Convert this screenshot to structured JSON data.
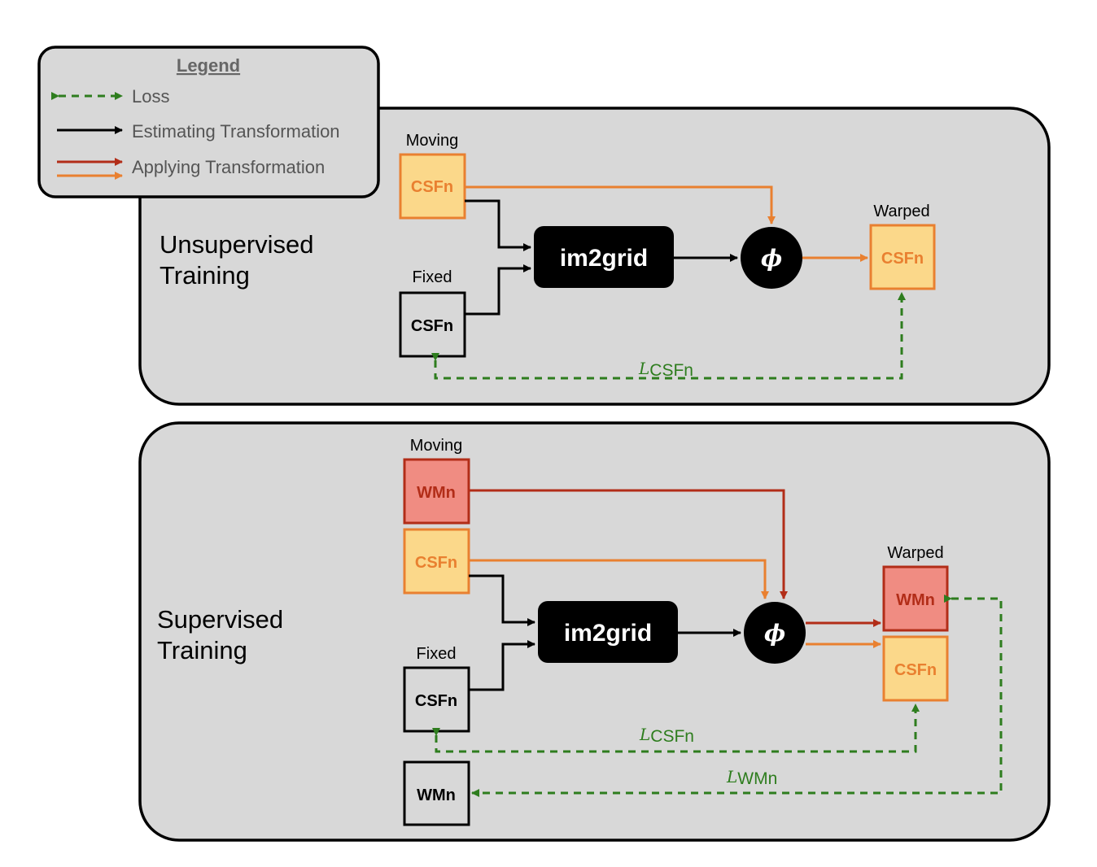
{
  "legend": {
    "title": "Legend",
    "loss_label": "Loss",
    "estimating_label": "Estimating Transformation",
    "applying_label": "Applying Transformation"
  },
  "colors": {
    "loss": "#2e7d1e",
    "estimating": "#000000",
    "applying_wm": "#b22d18",
    "applying_csf": "#e98030",
    "csf_fill": "#fbd88a",
    "wm_fill": "#f08c82",
    "panel_fill": "#d8d8d8"
  },
  "unsupervised": {
    "title_line1": "Unsupervised",
    "title_line2": "Training",
    "moving_label": "Moving",
    "fixed_label": "Fixed",
    "warped_label": "Warped",
    "moving_csf": "CSFn",
    "fixed_csf": "CSFn",
    "warped_csf": "CSFn",
    "network": "im2grid",
    "transform": "ϕ",
    "loss_symbol": "L",
    "loss_subscript": "CSFn"
  },
  "supervised": {
    "title_line1": "Supervised",
    "title_line2": "Training",
    "moving_label": "Moving",
    "fixed_label": "Fixed",
    "warped_label": "Warped",
    "moving_wm": "WMn",
    "moving_csf": "CSFn",
    "fixed_csf": "CSFn",
    "fixed_wm": "WMn",
    "warped_wm": "WMn",
    "warped_csf": "CSFn",
    "network": "im2grid",
    "transform": "ϕ",
    "loss_csf_symbol": "L",
    "loss_csf_subscript": "CSFn",
    "loss_wm_symbol": "L",
    "loss_wm_subscript": "WMn"
  }
}
